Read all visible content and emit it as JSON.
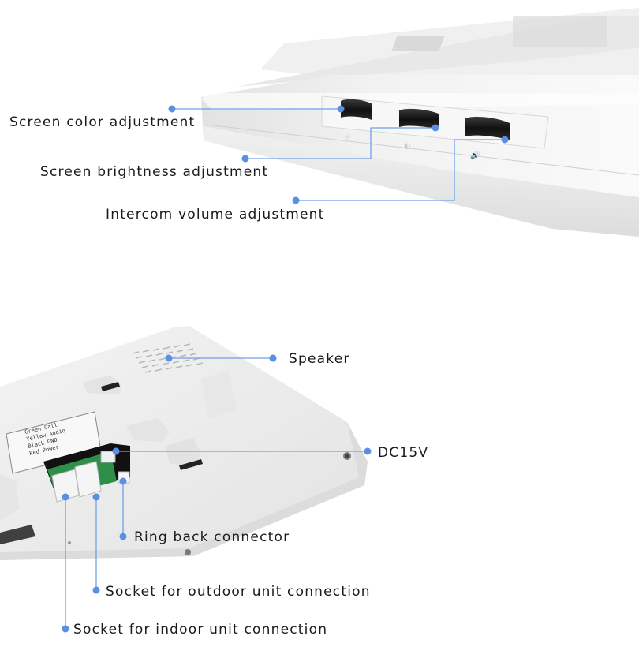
{
  "callouts": {
    "screen_color": "Screen color adjustment",
    "screen_brightness": "Screen brightness adjustment",
    "intercom_volume": "Intercom volume adjustment",
    "speaker": "Speaker",
    "dc": "DC15V",
    "ring_back": "Ring back connector",
    "outdoor_socket": "Socket for outdoor unit connection",
    "indoor_socket": "Socket for indoor unit connection"
  },
  "device": {
    "terminal_lines": [
      "Green Call",
      "Yellow Audio",
      "Black GND",
      "Red Power"
    ],
    "wheel_marks": [
      "☼",
      "◐",
      "🔊"
    ]
  },
  "colors": {
    "callout_line": "#6fa0e8",
    "callout_dot": "#5b8fe6",
    "device_body": "#ececec",
    "wheel": "#1c1c1c",
    "pcb": "#2f8f4a"
  }
}
